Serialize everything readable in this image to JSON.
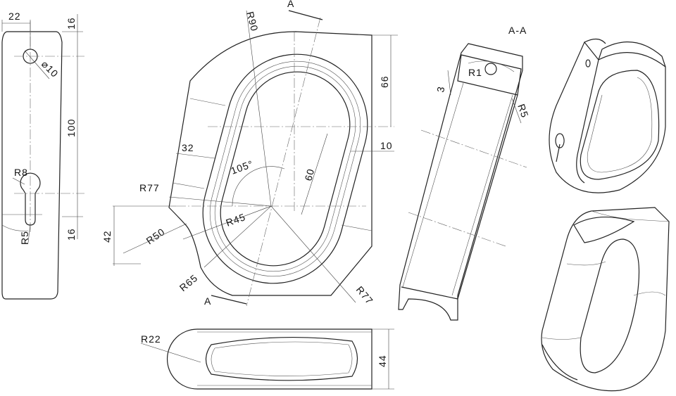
{
  "drawing": {
    "front_view": {
      "width_22": "22",
      "top_16": "16",
      "hole_dia": "⌀10",
      "height_100": "100",
      "keyhole_r8": "R8",
      "keyhole_r5": "R5",
      "bottom_16": "16"
    },
    "main_view": {
      "r90": "R90",
      "section_mark_top": "A",
      "dim_66": "66",
      "dim_10": "10",
      "dim_32": "32",
      "angle_105": "105°",
      "dim_60": "60",
      "r77_left": "R77",
      "r45": "R45",
      "r50": "R50",
      "dim_42": "42",
      "r65": "R65",
      "r77_right": "R77",
      "section_mark_bottom": "A"
    },
    "bottom_view": {
      "r22": "R22",
      "dim_44": "44"
    },
    "section_view": {
      "title": "A-A",
      "r1": "R1",
      "dim_3": "3",
      "r5": "R5"
    }
  }
}
